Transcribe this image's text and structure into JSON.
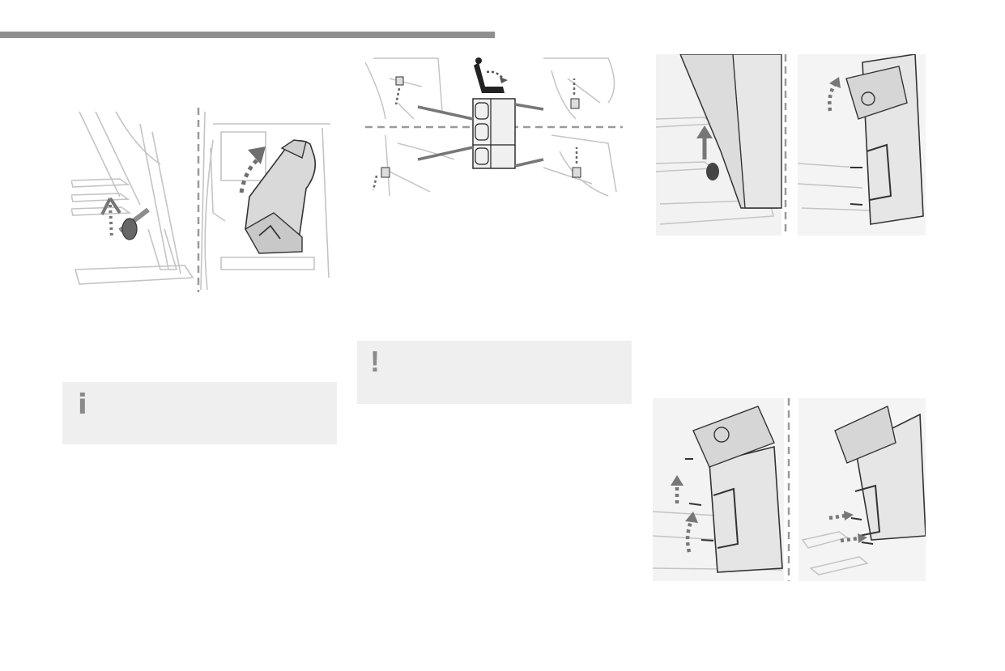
{
  "page": {
    "header_bar_color": "#8f8f8f"
  },
  "illustrations": [
    {
      "id": "seat-latch-release-and-tilt",
      "icons": [
        "pull-latch-arrow-icon",
        "tilt-seat-arrow-icon"
      ]
    },
    {
      "id": "seat-position-diagram",
      "icons": [
        "seat-symbol-icon",
        "release-handle-icon"
      ]
    },
    {
      "id": "seat-folded-release",
      "icons": [
        "pull-up-arrow-icon",
        "lift-arrow-icon"
      ]
    },
    {
      "id": "seat-refit-anchorages",
      "icons": [
        "lift-arrow-icon",
        "push-arrow-icon"
      ]
    }
  ],
  "notes": {
    "info": {
      "icon": "info-icon",
      "glyph": "i",
      "text": ""
    },
    "warning": {
      "icon": "warning-icon",
      "glyph": "!",
      "text": ""
    }
  },
  "colors": {
    "note_background": "#efefef",
    "icon_gray": "#8a8a8a",
    "arrow_gray": "#777777",
    "line_gray": "#bdbdbd"
  }
}
